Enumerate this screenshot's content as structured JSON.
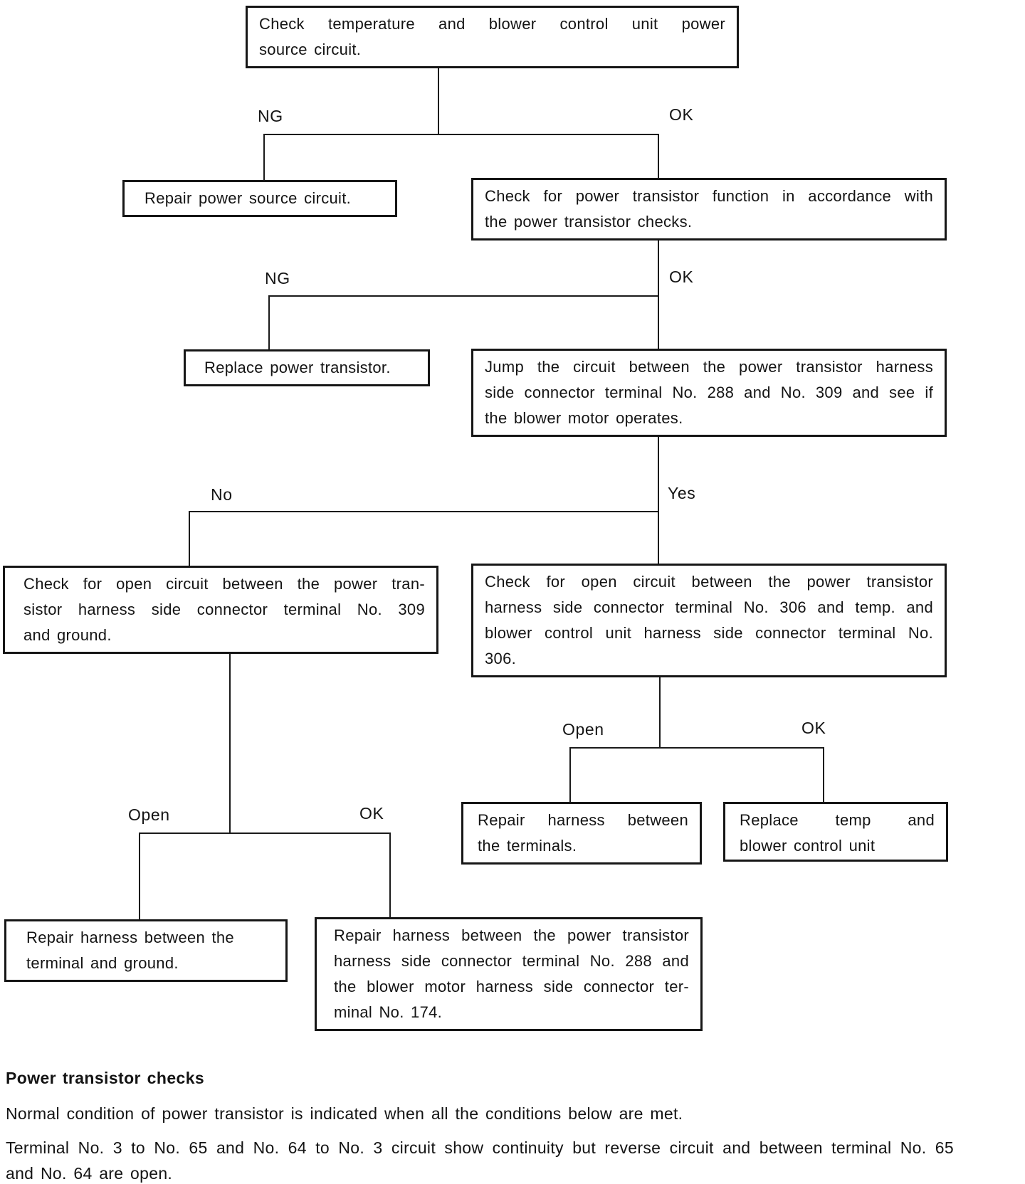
{
  "boxes": {
    "check_power_source": {
      "lines": [
        "Check temperature and blower control unit power",
        "source circuit."
      ]
    },
    "repair_power_source": {
      "lines": [
        "Repair power source circuit."
      ]
    },
    "check_power_transistor": {
      "lines": [
        "Check for power transistor function in accordance with",
        "the power transistor checks."
      ]
    },
    "replace_power_transistor": {
      "lines": [
        "Replace power transistor."
      ]
    },
    "jump_circuit": {
      "lines": [
        "Jump the circuit between the power transistor harness",
        "side connector terminal No. 288 and No. 309 and see if",
        "the blower motor operates."
      ]
    },
    "check_open_309_ground": {
      "lines": [
        "Check for open circuit between the power tran-",
        "sistor harness side connector terminal No. 309",
        "and ground."
      ]
    },
    "check_open_306": {
      "lines": [
        "Check for open circuit between the power transistor",
        "harness side connector terminal No. 306 and temp. and",
        "blower control unit harness side connector terminal No.",
        "306."
      ]
    },
    "repair_harness_terminals": {
      "lines": [
        "Repair harness between",
        "the terminals."
      ]
    },
    "replace_temp_blower_unit": {
      "lines": [
        "Replace temp and",
        "blower control unit"
      ]
    },
    "repair_harness_terminal_ground": {
      "lines": [
        "Repair harness between the",
        "terminal and ground."
      ]
    },
    "repair_harness_288_174": {
      "lines": [
        "Repair harness between the power transistor",
        "harness side connector terminal No. 288 and",
        "the blower motor harness side connector ter-",
        "minal No. 174."
      ]
    }
  },
  "branch_labels": {
    "ng1": "NG",
    "ok1": "OK",
    "ng2": "NG",
    "ok2": "OK",
    "no": "No",
    "yes": "Yes",
    "open_right": "Open",
    "ok_right": "OK",
    "open_left": "Open",
    "ok_left": "OK"
  },
  "footer": {
    "heading": "Power transistor checks",
    "intro": "Normal condition of power transistor is indicated when all the conditions below are met.",
    "condition_line1": "Terminal No. 3 to No. 65 and No. 64 to No. 3 circuit show continuity but reverse circuit and between terminal No. 65",
    "condition_line2": "and No. 64 are open."
  }
}
